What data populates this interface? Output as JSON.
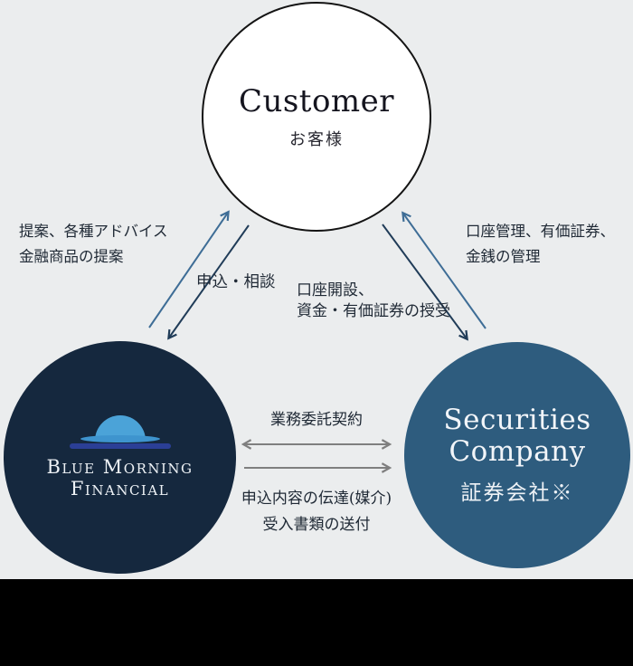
{
  "background_color": "#ebedee",
  "footer_bar_color": "#000000",
  "nodes": {
    "customer": {
      "title": "Customer",
      "subtitle": "お客様",
      "fill": "#ffffff",
      "border_color": "#141414",
      "text_color": "#15151f"
    },
    "blue_morning": {
      "name_line1": "Blue Morning",
      "name_line2": "Financial",
      "fill": "#15283e",
      "text_color": "#eef2f6",
      "logo": {
        "icon": "rising-sun-over-water",
        "sun_color": "#4ba3d8",
        "water_color": "#3e94ce",
        "band_color": "#2b3f96"
      }
    },
    "securities": {
      "title_line1": "Securities",
      "title_line2": "Company",
      "subtitle": "証券会社※",
      "fill": "#2e5c7e",
      "text_color": "#f2f5f9"
    }
  },
  "labels": {
    "advice": {
      "line1": "提案、各種アドバイス",
      "line2": "金融商品の提案"
    },
    "application": "申込・相談",
    "account_opening": {
      "line1": "口座開設、",
      "line2": "資金・有価証券の授受"
    },
    "account_management": {
      "line1": "口座管理、有価証券、",
      "line2": "金銭の管理"
    },
    "outsourcing_contract": "業務委託契約",
    "relay": {
      "line1": "申込内容の伝達(媒介)",
      "line2": "受入書類の送付"
    }
  },
  "colors": {
    "arrow_light": "#3e6d96",
    "arrow_dark": "#203c58",
    "arrow_gray": "#7f7f7f",
    "label_text": "#202a36"
  }
}
